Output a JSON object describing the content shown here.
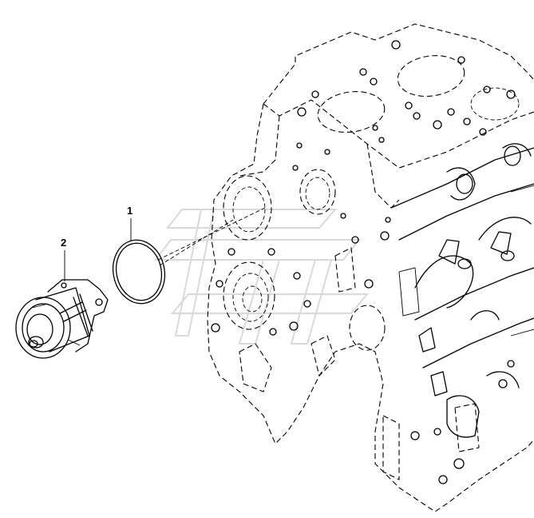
{
  "callouts": [
    {
      "id": "1",
      "label": "1"
    },
    {
      "id": "2",
      "label": "2"
    }
  ],
  "colors": {
    "line": "#000000",
    "background": "#ffffff",
    "watermark": "#d9d9d9"
  }
}
